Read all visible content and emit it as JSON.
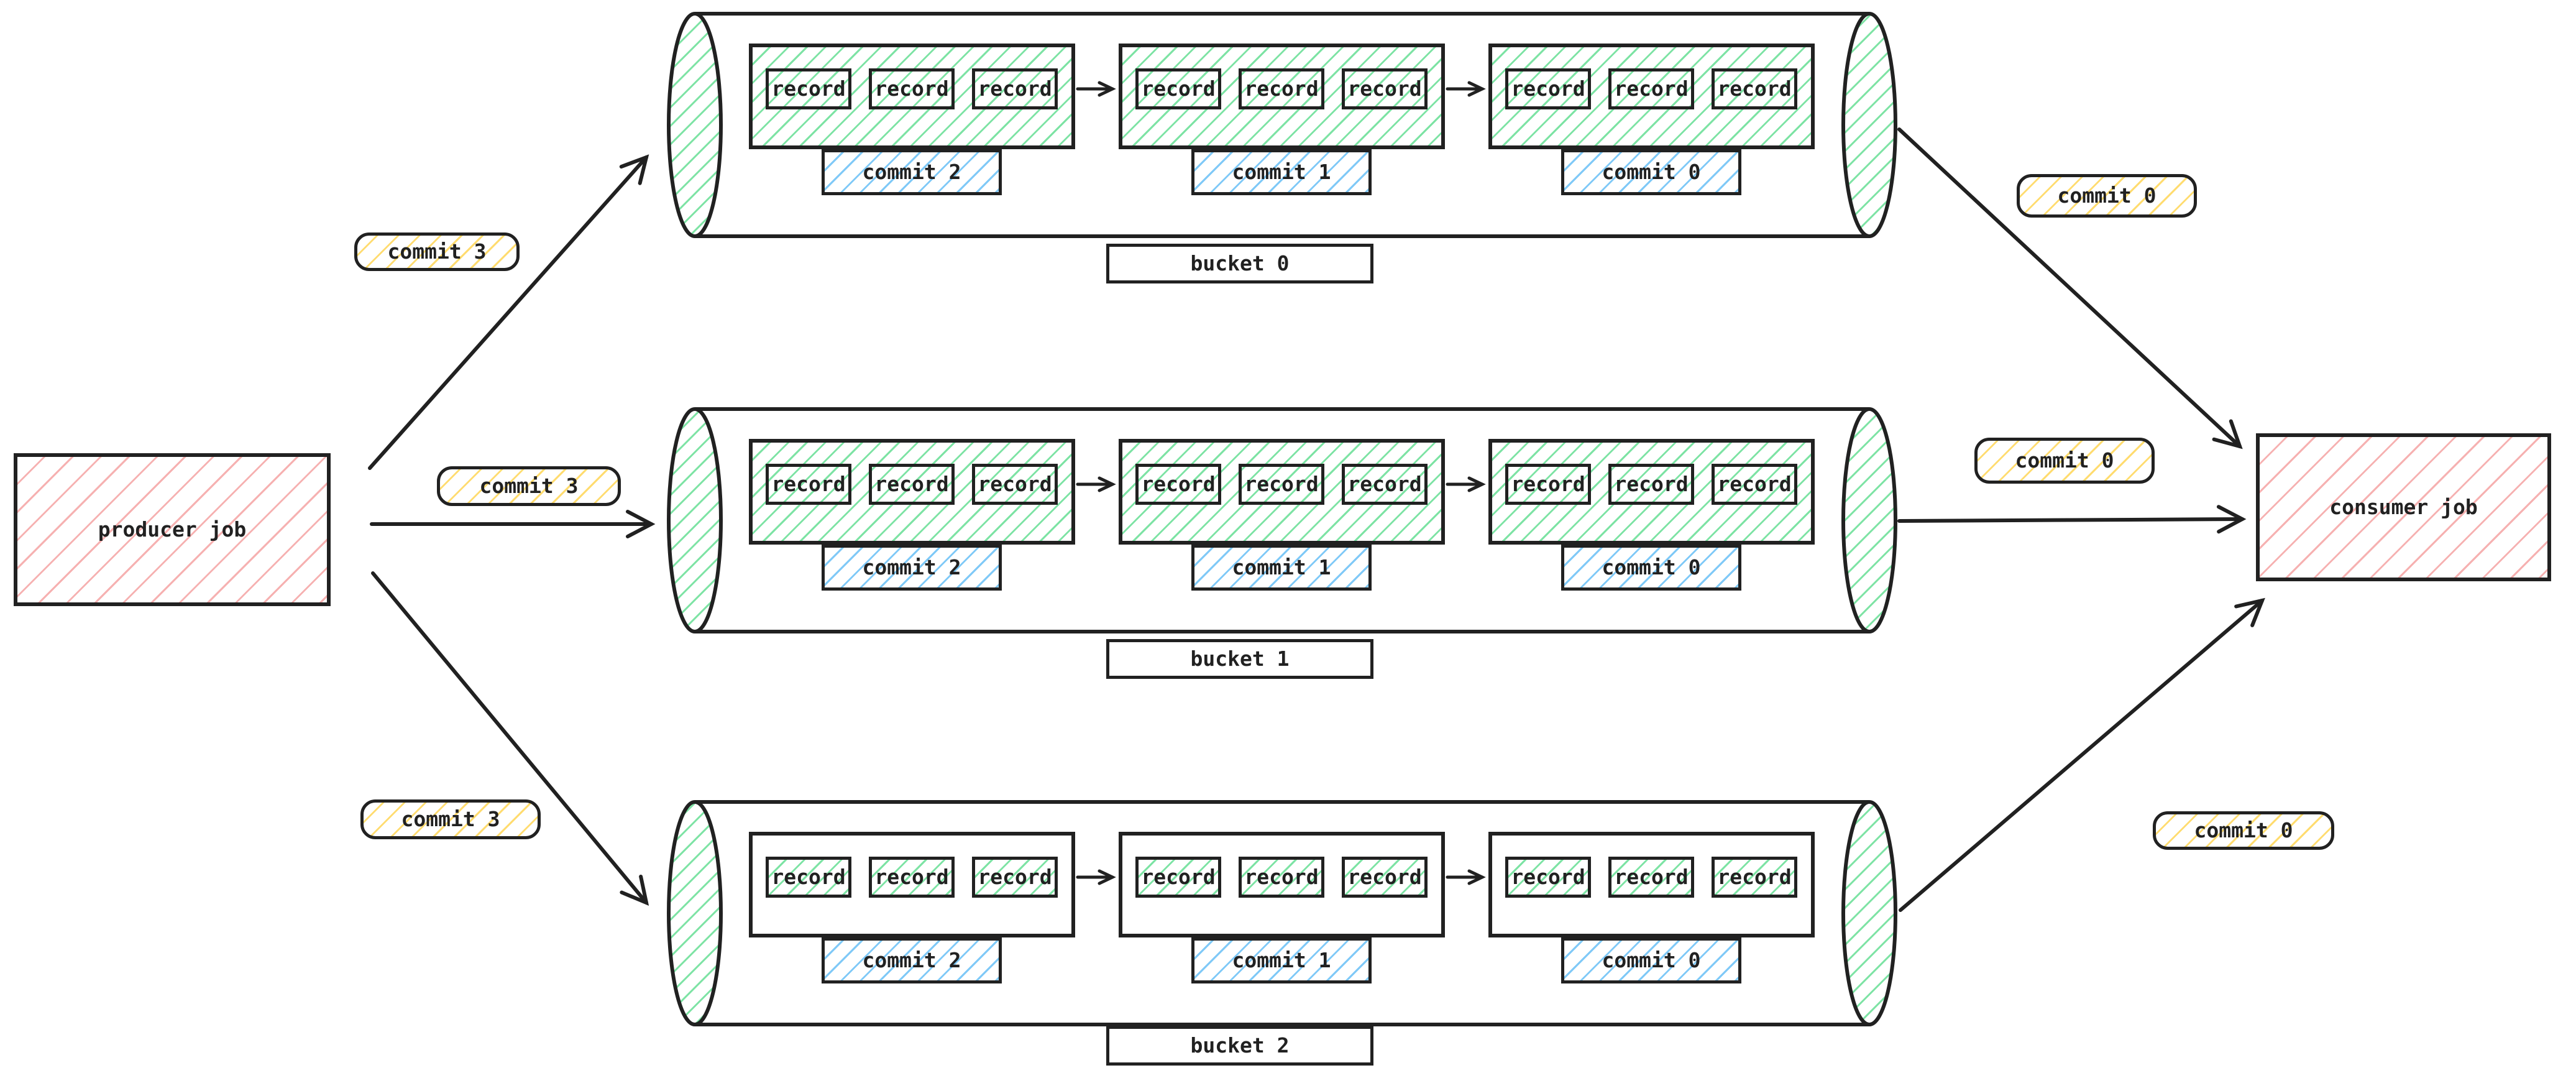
{
  "diagram": {
    "nodes": {
      "producer": "producer job",
      "consumer": "consumer job"
    },
    "edges": {
      "producer_to_bucket_label": "commit 3",
      "bucket_to_consumer_label": "commit 0"
    },
    "record_label": "record",
    "buckets": [
      {
        "label": "bucket 0",
        "commits": [
          "commit 2",
          "commit 1",
          "commit 0"
        ]
      },
      {
        "label": "bucket 1",
        "commits": [
          "commit 2",
          "commit 1",
          "commit 0"
        ]
      },
      {
        "label": "bucket 2",
        "commits": [
          "commit 2",
          "commit 1",
          "commit 0"
        ]
      }
    ],
    "colors": {
      "stroke": "#212121",
      "node_hatch": "#f6b1b1",
      "bucket_end_hatch": "#7de3a4",
      "commit_box_hatch": "#7fc9f7",
      "edge_pill_hatch": "#ffdc70"
    }
  }
}
